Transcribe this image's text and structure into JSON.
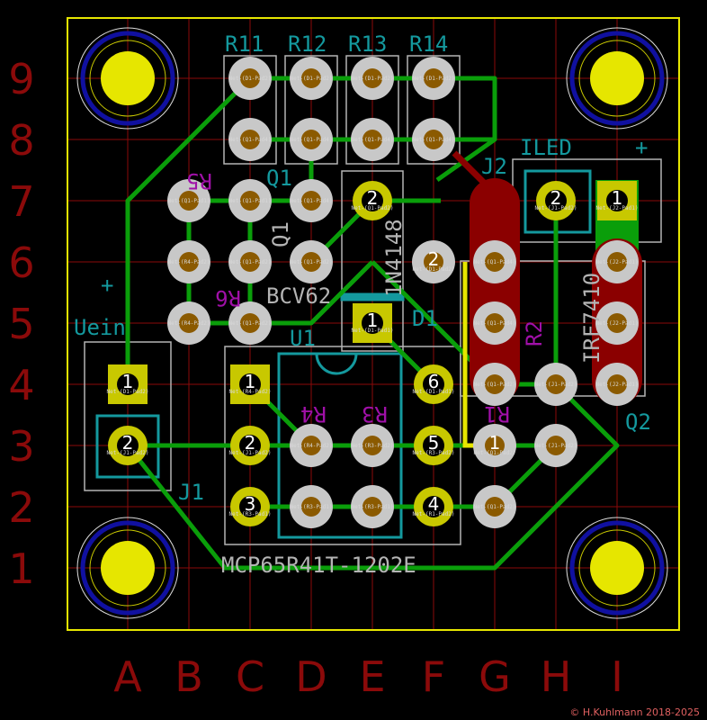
{
  "columns": [
    "A",
    "B",
    "C",
    "D",
    "E",
    "F",
    "G",
    "H",
    "I"
  ],
  "rows": [
    "9",
    "8",
    "7",
    "6",
    "5",
    "4",
    "3",
    "2",
    "1"
  ],
  "copyright": "© H.Kuhlmann 2018-2025",
  "colors": {
    "board_edge": "#e6e600",
    "grid": "#8b0a0a",
    "trace": "#0a9e0a",
    "pad_tht": "#c8c8c8",
    "pad_drill": "#c8c800",
    "silk": "#b4b4b4",
    "courtyard": "#14999e",
    "fab": "#a010a8"
  },
  "labels": {
    "R11": "R11",
    "R12": "R12",
    "R13": "R13",
    "R14": "R14",
    "Q1": "Q1",
    "Q1_fab": "Q1",
    "BCV62": "BCV62",
    "R5": "R5",
    "R6": "R6",
    "plus_left": "+",
    "Uein": "Uein",
    "ILED": "ILED",
    "plus_right": "+",
    "J2": "J2",
    "D1": "D1",
    "N4148": "1N4148",
    "IRF7410": "IRF7410",
    "U1": "U1",
    "MCP": "MCP65R41T-1202E",
    "R4": "R4",
    "R3": "R3",
    "R1": "R1",
    "R2": "R2",
    "J1": "J1",
    "Q2": "Q2"
  },
  "mounting_holes": [
    "A9",
    "I9",
    "A1",
    "I1"
  ],
  "pads": [
    {
      "at": "C9",
      "type": "smd",
      "num": "",
      "net": "Net-(D1-Pad2)"
    },
    {
      "at": "C8",
      "type": "smd",
      "num": "",
      "net": "Net-(Q1-Pad4)"
    },
    {
      "at": "D9",
      "type": "smd",
      "num": "",
      "net": "Net-(D1-Pad2)"
    },
    {
      "at": "D8",
      "type": "smd",
      "num": "",
      "net": "Net-(Q1-Pad4)"
    },
    {
      "at": "E9",
      "type": "smd",
      "num": "",
      "net": "Net-(D1-Pad2)"
    },
    {
      "at": "E8",
      "type": "smd",
      "num": "",
      "net": "Net-(Q1-Pad4)"
    },
    {
      "at": "F9",
      "type": "smd",
      "num": "",
      "net": "Net-(D1-Pad2)"
    },
    {
      "at": "F8",
      "type": "smd",
      "num": "",
      "net": "Net-(Q1-Pad4)"
    },
    {
      "at": "B7",
      "type": "smd",
      "num": "",
      "net": "Net-(Q1-Pad1)"
    },
    {
      "at": "C7",
      "type": "smd",
      "num": "",
      "net": "Net-(Q1-Pad1)"
    },
    {
      "at": "D7",
      "type": "smd",
      "num": "",
      "net": "Net-(Q1-Pad4)"
    },
    {
      "at": "B6",
      "type": "smd",
      "num": "",
      "net": "Net-(R4-Pad2)"
    },
    {
      "at": "C6",
      "type": "smd",
      "num": "",
      "net": "Net-(Q1-Pad2)"
    },
    {
      "at": "D6",
      "type": "smd",
      "num": "",
      "net": "Net-(Q1-Pad2)"
    },
    {
      "at": "B5",
      "type": "smd",
      "num": "",
      "net": "Net-(R4-Pad2)"
    },
    {
      "at": "C5",
      "type": "smd",
      "num": "",
      "net": "Net-(Q1-Pad2)"
    },
    {
      "at": "E7",
      "type": "round",
      "num": "2",
      "net": "Net-(Q1-Pad2)"
    },
    {
      "at": "E5",
      "type": "square",
      "num": "1",
      "net": "Net-(D1-Pad1)"
    },
    {
      "at": "F6",
      "type": "smd",
      "num": "2",
      "net": "Net-(D1-Pad2)"
    },
    {
      "at": "G6",
      "type": "smd",
      "num": "",
      "net": "Net-(Q1-Pad4)"
    },
    {
      "at": "G5",
      "type": "smd",
      "num": "",
      "net": "Net-(Q1-Pad4)"
    },
    {
      "at": "G4",
      "type": "smd",
      "num": "",
      "net": "Net-(Q1-Pad2)"
    },
    {
      "at": "H4",
      "type": "smd",
      "num": "",
      "net": "Net-(J1-Pad2)"
    },
    {
      "at": "I6",
      "type": "smd",
      "num": "",
      "net": "Net-(J2-Pad1)"
    },
    {
      "at": "I5",
      "type": "smd",
      "num": "",
      "net": "Net-(J2-Pad1)"
    },
    {
      "at": "I4",
      "type": "smd",
      "num": "",
      "net": "Net-(J2-Pad1)"
    },
    {
      "at": "H7",
      "type": "round",
      "num": "2",
      "net": "Net-(J1-Pad2)"
    },
    {
      "at": "I7",
      "type": "square",
      "num": "1",
      "net": "Net-(J2-Pad1)"
    },
    {
      "at": "A4",
      "type": "square",
      "num": "1",
      "net": "Net-(D1-Pad2)"
    },
    {
      "at": "A3",
      "type": "round",
      "num": "2",
      "net": "Net-(J1-Pad2)"
    },
    {
      "at": "C4",
      "type": "square",
      "num": "1",
      "net": "Net-(R4-Pad2)"
    },
    {
      "at": "C3",
      "type": "round",
      "num": "2",
      "net": "Net-(J1-Pad2)"
    },
    {
      "at": "C2",
      "type": "round",
      "num": "3",
      "net": "Net-(R3-Pad1)"
    },
    {
      "at": "F4",
      "type": "round",
      "num": "6",
      "net": "Net-(D1-Pad1)"
    },
    {
      "at": "F3",
      "type": "round",
      "num": "5",
      "net": "Net-(R3-Pad2)"
    },
    {
      "at": "F2",
      "type": "round",
      "num": "4",
      "net": "Net-(R1-Pad2)"
    },
    {
      "at": "D3",
      "type": "smd",
      "num": "",
      "net": "Net-(R4-Pad2)"
    },
    {
      "at": "D2",
      "type": "smd",
      "num": "",
      "net": "Net-(R3-Pad1)"
    },
    {
      "at": "E3",
      "type": "smd",
      "num": "",
      "net": "Net-(R3-Pad2)"
    },
    {
      "at": "E2",
      "type": "smd",
      "num": "",
      "net": "Net-(R3-Pad1)"
    },
    {
      "at": "G3",
      "type": "smd",
      "num": "1",
      "net": "Net-(Q1-Pad2)"
    },
    {
      "at": "G2",
      "type": "smd",
      "num": "",
      "net": "Net-(Q1-Pad2)"
    },
    {
      "at": "H3",
      "type": "smd",
      "num": "",
      "net": "Net-(J1-Pad2)"
    }
  ]
}
